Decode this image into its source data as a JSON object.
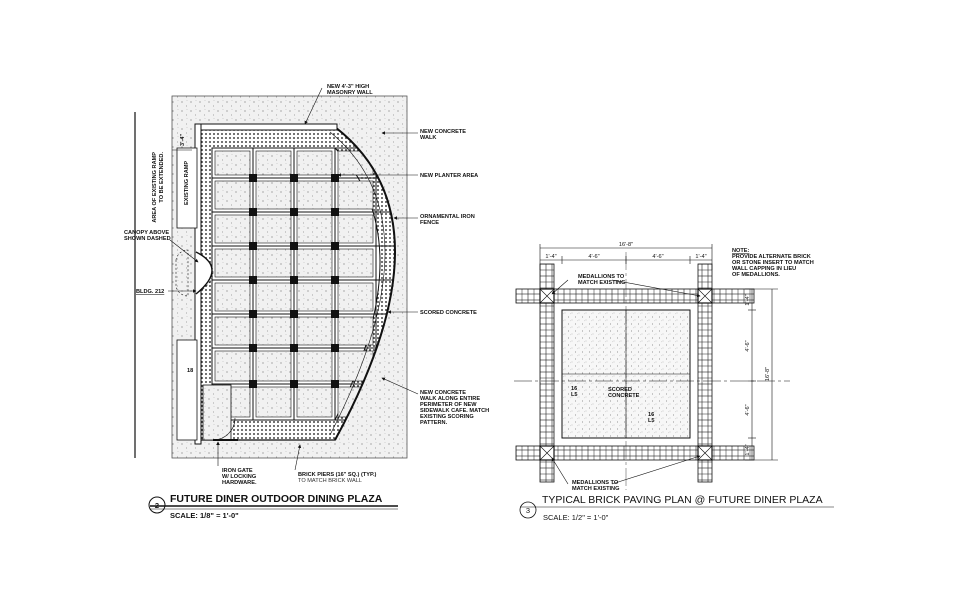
{
  "plan_left": {
    "callouts": {
      "masonry_wall": [
        "NEW 4'-3\" HIGH",
        "MASONRY WALL"
      ],
      "concrete_walk": [
        "NEW CONCRETE",
        "WALK"
      ],
      "planter_area": "NEW PLANTER AREA",
      "iron_fence": [
        "ORNAMENTAL IRON",
        "FENCE"
      ],
      "scored_concrete": "SCORED CONCRETE",
      "perimeter_walk": [
        "NEW CONCRETE",
        "WALK ALONG ENTIRE",
        "PERIMETER OF NEW",
        "SIDEWALK CAFE. MATCH",
        "EXISTING SCORING",
        "PATTERN."
      ],
      "canopy": [
        "CANOPY ABOVE",
        "SHOWN DASHED"
      ],
      "bldg": "BLDG. 212",
      "ramp_area": [
        "AREA OF EXISTING RAMP",
        "TO BE EXTENDED."
      ],
      "existing_ramp": "EXISTING RAMP",
      "ramp_dim": "3'-4\"",
      "iron_gate": [
        "IRON GATE",
        "W/ LOCKING",
        "HARDWARE."
      ],
      "brick_piers": [
        "BRICK PIERS (16\" SQ.) (TYP.)",
        "TO MATCH BRICK WALL"
      ],
      "tag_18": "18"
    },
    "title": {
      "number": "2",
      "text": "FUTURE DINER OUTDOOR DINING PLAZA",
      "scale": "SCALE: 1/8\" = 1'-0\""
    }
  },
  "plan_right": {
    "note": [
      "NOTE:",
      "PROVIDE ALTERNATE BRICK",
      "OR STONE INSERT TO MATCH",
      "WALL CAPPING IN LIEU",
      "OF MEDALLIONS."
    ],
    "dims_top": {
      "overall": "16'-8\"",
      "parts": [
        "1'-4\"",
        "4'-6\"",
        "4'-6\"",
        "1'-4\""
      ]
    },
    "dims_right": {
      "overall": "16'-8\"",
      "parts": [
        "1'-4\"",
        "4'-6\"",
        "4'-6\"",
        "1'-4\""
      ]
    },
    "medallions_top": [
      "MEDALLIONS TO",
      "MATCH EXISTING"
    ],
    "medallions_bottom": [
      "MEDALLIONS TO",
      "MATCH EXISTING"
    ],
    "scored_concrete": [
      "SCORED",
      "CONCRETE"
    ],
    "section_tags": [
      [
        "16",
        "L5"
      ],
      [
        "16",
        "L5"
      ]
    ],
    "title": {
      "number": "3",
      "text": "TYPICAL BRICK PAVING PLAN @ FUTURE DINER PLAZA",
      "scale": "SCALE: 1/2\" = 1'-0\""
    }
  },
  "colors": {
    "ink": "#111111",
    "stipple_fill": "#ececec",
    "paper": "#ffffff"
  }
}
